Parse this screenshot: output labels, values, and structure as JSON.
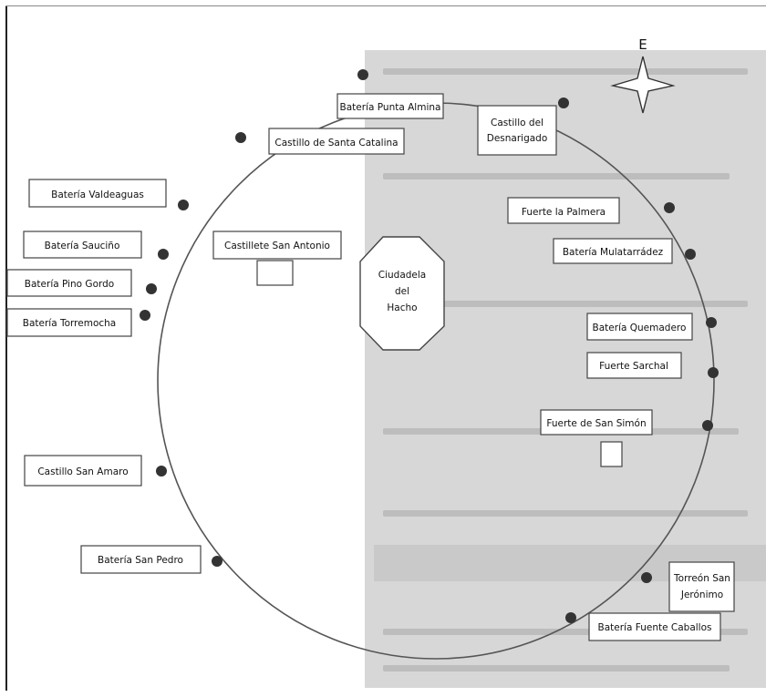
{
  "diagram": {
    "compass_label": "E",
    "center_label": [
      "Ciudadela",
      "del",
      "Hacho"
    ],
    "labels": {
      "bateria_punta_almina": "Batería Punta Almina",
      "castillo_desnarigado": [
        "Castillo del",
        "Desnarigado"
      ],
      "castillo_santa_catalina": "Castillo de Santa Catalina",
      "bateria_valdeaguas": "Batería Valdeaguas",
      "bateria_saucino": "Batería Sauciño",
      "castillete_san_antonio": "Castillete San Antonio",
      "bateria_pino_gordo": "Batería Pino Gordo",
      "bateria_torremocha": "Batería Torremocha",
      "fuerte_la_palmera": "Fuerte la Palmera",
      "bateria_mulatarradez": "Batería Mulatarrádez",
      "bateria_quemadero": "Batería Quemadero",
      "fuerte_sarchal": "Fuerte Sarchal",
      "fuerte_san_simon": "Fuerte de San Simón",
      "castillo_san_amaro": "Castillo San Amaro",
      "bateria_san_pedro": "Batería San Pedro",
      "torreon_san_jeronimo": [
        "Torreón San",
        "Jerónimo"
      ],
      "bateria_fuente_caballos": "Batería Fuente Caballos"
    }
  }
}
